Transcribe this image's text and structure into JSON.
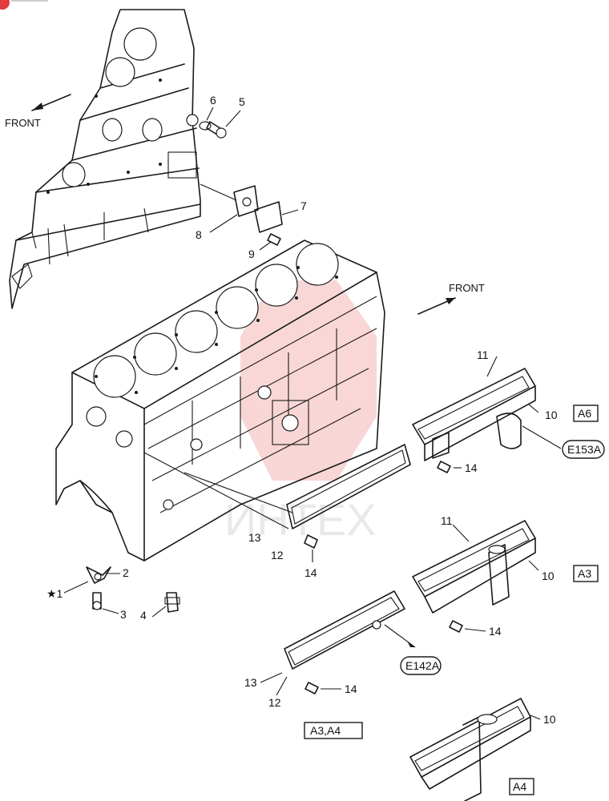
{
  "labels": {
    "front_top": "FRONT",
    "front_mid": "FRONT",
    "n5": "5",
    "n6": "6",
    "n7": "7",
    "n8": "8",
    "n9": "9",
    "n11a": "11",
    "n10a": "10",
    "n14a": "14",
    "n13a": "13",
    "n12a": "12",
    "n14b": "14",
    "n2": "2",
    "n1": "★1",
    "n3": "3",
    "n4": "4",
    "n11b": "11",
    "n10b": "10",
    "n14c": "14",
    "n13b": "13",
    "n12b": "12",
    "n14d": "14",
    "n10c": "10"
  },
  "refs": {
    "a6": "A6",
    "a3": "A3",
    "a4": "A4",
    "a3a4": "A3,A4",
    "e153a": "E153A",
    "e142a": "E142A"
  },
  "watermark": "ИНТЕХ"
}
